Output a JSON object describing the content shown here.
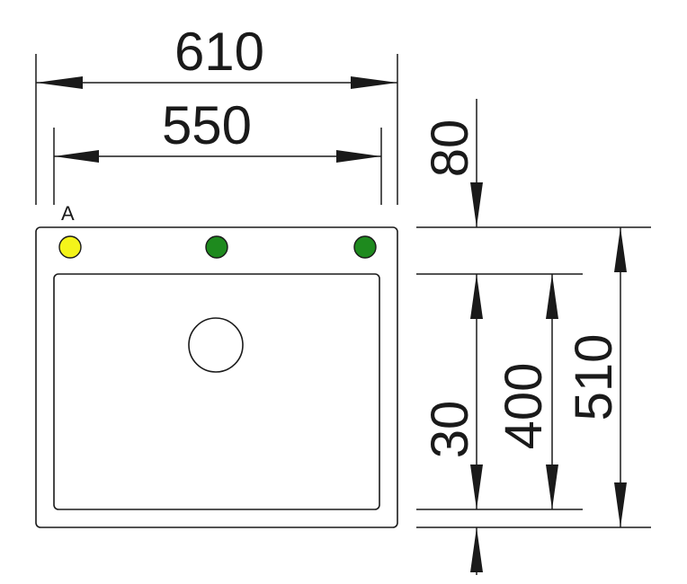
{
  "drawing": {
    "dims": {
      "overall_width": "610",
      "bowl_width": "550",
      "top_offset": "80",
      "bottom_offset": "30",
      "bowl_depth": "400",
      "overall_depth": "510"
    },
    "tap_hole_label": "A",
    "colors": {
      "tap_hole_a": "#f4f41a",
      "tap_hole_option": "#1e8a1e",
      "line": "#1a1a1a"
    }
  }
}
